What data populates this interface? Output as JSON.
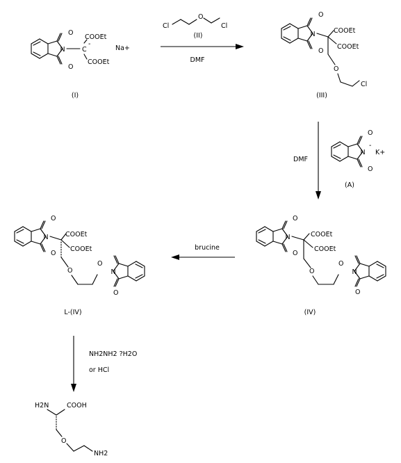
{
  "compounds": {
    "I": {
      "label": "(I)",
      "coet1": "COOEt",
      "coet2": "COOEt",
      "carbanion": "C",
      "minus": "-",
      "counterion": "Na+"
    },
    "II": {
      "label": "(II)",
      "cl1": "Cl",
      "o": "O",
      "cl2": "Cl"
    },
    "III": {
      "label": "(III)",
      "coet1": "COOEt",
      "coet2": "COOEt",
      "cl": "Cl"
    },
    "A": {
      "label": "(A)",
      "minus": "-",
      "counterion": "K+"
    },
    "IV": {
      "label": "(IV)",
      "coet1": "COOEt",
      "coet2": "COOEt"
    },
    "LIV": {
      "label": "L-(IV)",
      "coet1": "COOEt",
      "coet2": "COOEt"
    },
    "product": {
      "amine": "H2N",
      "acid": "COOH",
      "terminal_amine": "NH2"
    }
  },
  "atoms": {
    "n": "N",
    "o": "O"
  },
  "reagents": {
    "step1": "DMF",
    "step2": "DMF",
    "step3": "brucine",
    "step4_line1": "NH2NH2 ?H2O",
    "step4_line2": "or HCl"
  }
}
